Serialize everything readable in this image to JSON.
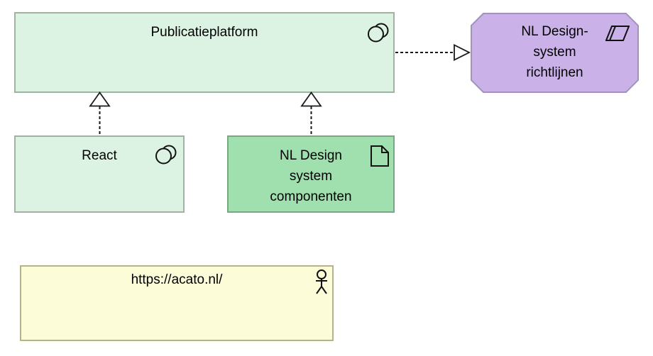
{
  "diagram": {
    "kind": "archimate-view",
    "background": "#FFFFFF",
    "nodes": {
      "publicatieplatform": {
        "label": "Publicatieplatform",
        "element_type": "application-collaboration",
        "icon": "collaboration-icon",
        "fill": "#DCF2E2",
        "border_color": "#9EB3A2"
      },
      "react": {
        "label": "React",
        "element_type": "application-collaboration",
        "icon": "collaboration-icon",
        "fill": "#DCF2E2",
        "border_color": "#9EB3A2"
      },
      "componenten": {
        "label": "NL Design\nsystem\ncomponenten",
        "element_type": "artifact",
        "icon": "document-icon",
        "fill": "#A0E0AE",
        "border_color": "#76A981"
      },
      "richtlijnen": {
        "label": "NL Design-\nsystem\nrichtlijnen",
        "element_type": "constraint",
        "icon": "parallelogram-icon",
        "fill": "#CAB1E8",
        "border_color": "#A193BB"
      },
      "acato": {
        "label": "https://acato.nl/",
        "element_type": "business-actor",
        "icon": "actor-icon",
        "fill": "#FCFCD9",
        "border_color": "#B3B38C"
      }
    },
    "relations": [
      {
        "type": "realization",
        "style": "dashed-hollow-triangle",
        "from": "publicatieplatform",
        "to": "richtlijnen"
      },
      {
        "type": "realization",
        "style": "dashed-hollow-triangle",
        "from": "react",
        "to": "publicatieplatform"
      },
      {
        "type": "realization",
        "style": "dashed-hollow-triangle",
        "from": "componenten",
        "to": "publicatieplatform"
      }
    ]
  }
}
